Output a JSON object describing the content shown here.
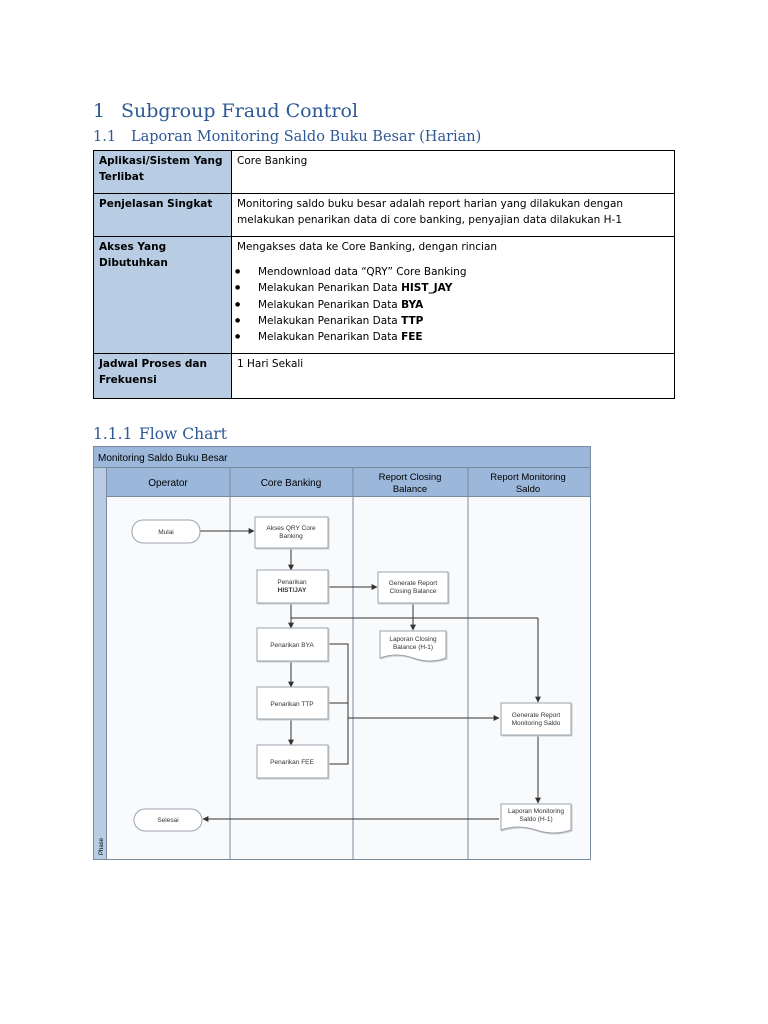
{
  "heading1": {
    "number": "1",
    "title": "Subgroup Fraud Control"
  },
  "heading2": {
    "number": "1.1",
    "title": "Laporan Monitoring Saldo Buku Besar (Harian)"
  },
  "table": {
    "row1": {
      "label": "Aplikasi/Sistem Yang Terlibat",
      "value": "Core Banking"
    },
    "row2": {
      "label": "Penjelasan Singkat",
      "value": "Monitoring saldo buku besar adalah report harian yang dilakukan dengan melakukan penarikan data di core banking, penyajian data dilakukan H-1"
    },
    "row3": {
      "label": "Akses Yang Dibutuhkan",
      "intro": "Mengakses data ke Core Banking, dengan rincian",
      "bullets": [
        {
          "text": "Mendownload data “QRY” Core Banking",
          "bold": ""
        },
        {
          "text": "Melakukan Penarikan Data ",
          "bold": "HIST_JAY"
        },
        {
          "text": "Melakukan Penarikan Data ",
          "bold": "BYA"
        },
        {
          "text": "Melakukan Penarikan Data ",
          "bold": "TTP"
        },
        {
          "text": "Melakukan Penarikan Data ",
          "bold": "FEE"
        }
      ]
    },
    "row4": {
      "label": "Jadwal Proses dan Frekuensi",
      "value": "1 Hari Sekali"
    }
  },
  "heading3": {
    "number": "1.1.1",
    "title": "Flow Chart"
  },
  "flowchart": {
    "title": "Monitoring Saldo Buku Besar",
    "side_label": "Phase",
    "lanes": {
      "operator": "Operator",
      "core_banking": "Core Banking",
      "closing_1": "Report Closing",
      "closing_2": "Balance",
      "monitoring_1": "Report Monitoring",
      "monitoring_2": "Saldo"
    },
    "nodes": {
      "mulai": "Mulai",
      "akses_1": "Akses QRY Core",
      "akses_2": "Banking",
      "hist_1": "Penarikan",
      "hist_2": "HIST/JAY",
      "bya": "Penarikan BYA",
      "ttp": "Penarikan TTP",
      "fee": "Penarikan FEE",
      "gen_closing_1": "Generate Report",
      "gen_closing_2": "Closing Balance",
      "lap_closing_1": "Laporan Closing",
      "lap_closing_2": "Balance (H-1)",
      "gen_monitor_1": "Generate Report",
      "gen_monitor_2": "Monitoring Saldo",
      "lap_monitor_1": "Laporan Monitoring",
      "lap_monitor_2": "Saldo (H-1)",
      "selesai": "Selesai"
    },
    "colors": {
      "header": "#9bb7d9",
      "lane_bg": "#f9fafb",
      "label_strip": "#b8cce4",
      "border": "#7a8aa0"
    }
  }
}
